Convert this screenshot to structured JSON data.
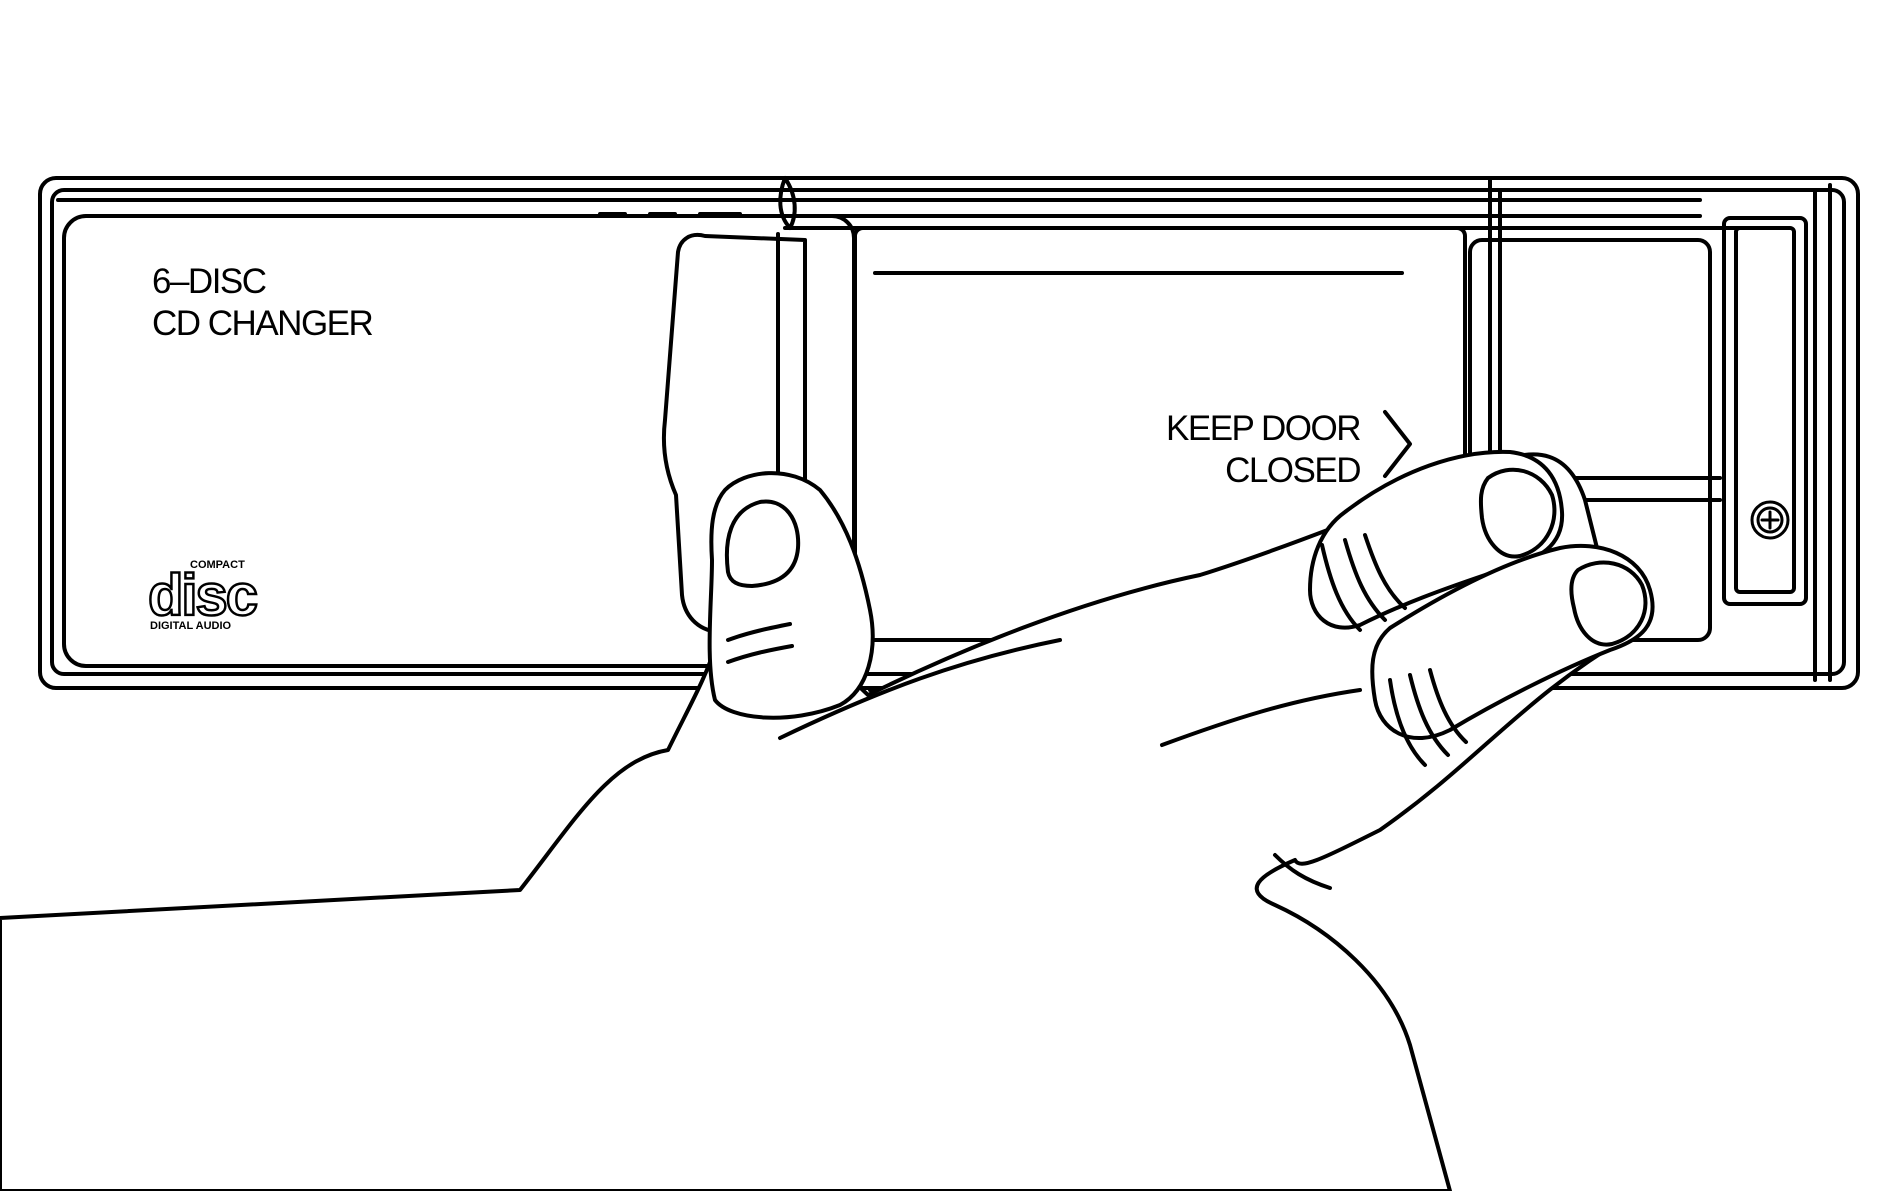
{
  "figure": {
    "model_label_line1": "6–DISC",
    "model_label_line2": "CD CHANGER",
    "warning_line1": "KEEP DOOR",
    "warning_line2": "CLOSED"
  },
  "logo": {
    "top": "COMPACT",
    "main": "disc",
    "bottom": "DIGITAL AUDIO"
  },
  "icons": {
    "screw": "screw-icon",
    "warning_arrow": "chevron-right-icon",
    "compact_disc_logo": "compact-disc-logo"
  },
  "colors": {
    "line": "#000000",
    "background": "#ffffff"
  }
}
